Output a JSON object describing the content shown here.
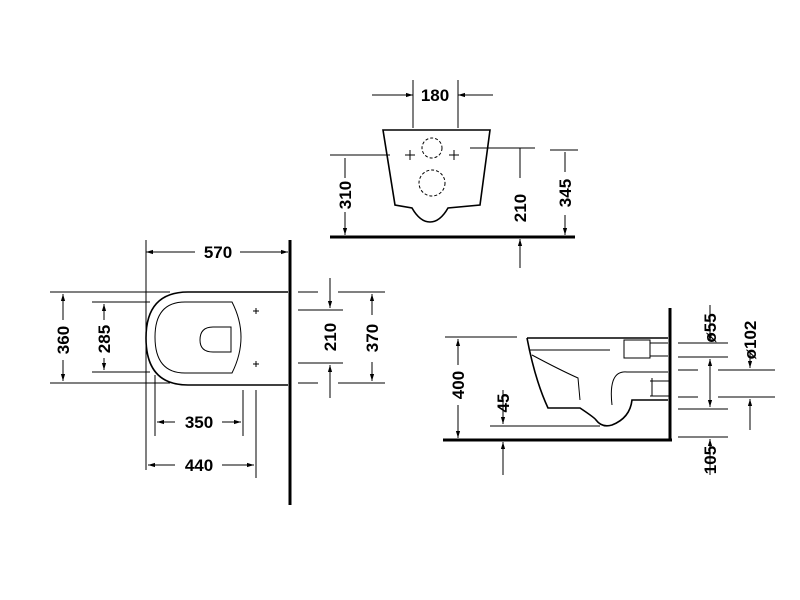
{
  "front_view": {
    "width_top": "180",
    "height_left": "310",
    "height_inner": "210",
    "height_right": "345"
  },
  "plan_view": {
    "length": "570",
    "width_outer": "360",
    "width_inner": "285",
    "inner_length": "350",
    "outer_length": "440",
    "fixing_spacing": "210",
    "width_right": "370"
  },
  "side_view": {
    "seat_height": "400",
    "rim_offset": "45",
    "outlet_diameter_small": "ø55",
    "outlet_diameter_large": "ø102",
    "outlet_height": "105"
  },
  "colors": {
    "line": "#000000",
    "background": "#ffffff"
  }
}
